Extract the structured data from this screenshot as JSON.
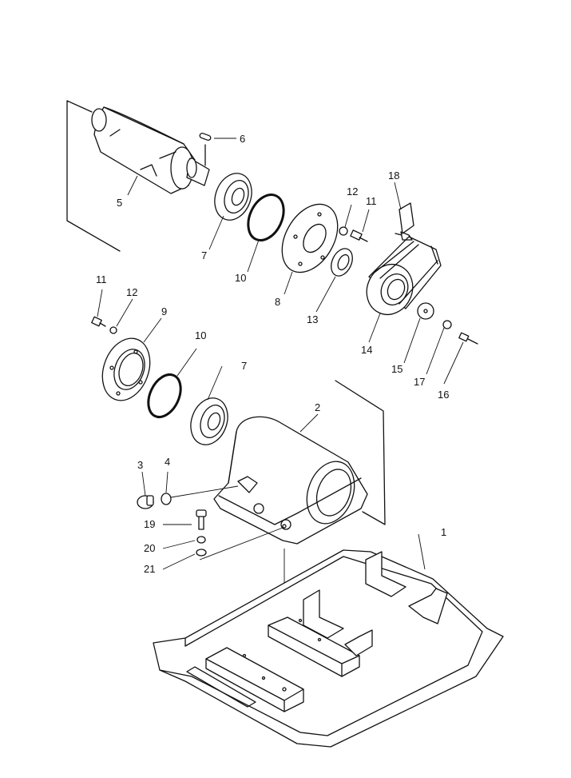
{
  "callouts": [
    {
      "label": "1"
    },
    {
      "label": "2"
    },
    {
      "label": "3"
    },
    {
      "label": "4"
    },
    {
      "label": "5"
    },
    {
      "label": "6"
    },
    {
      "label": "7"
    },
    {
      "label": "7"
    },
    {
      "label": "8"
    },
    {
      "label": "9"
    },
    {
      "label": "10"
    },
    {
      "label": "10"
    },
    {
      "label": "11"
    },
    {
      "label": "11"
    },
    {
      "label": "12"
    },
    {
      "label": "12"
    },
    {
      "label": "13"
    },
    {
      "label": "14"
    },
    {
      "label": "15"
    },
    {
      "label": "16"
    },
    {
      "label": "17"
    },
    {
      "label": "18"
    },
    {
      "label": "19"
    },
    {
      "label": "20"
    },
    {
      "label": "21"
    }
  ]
}
